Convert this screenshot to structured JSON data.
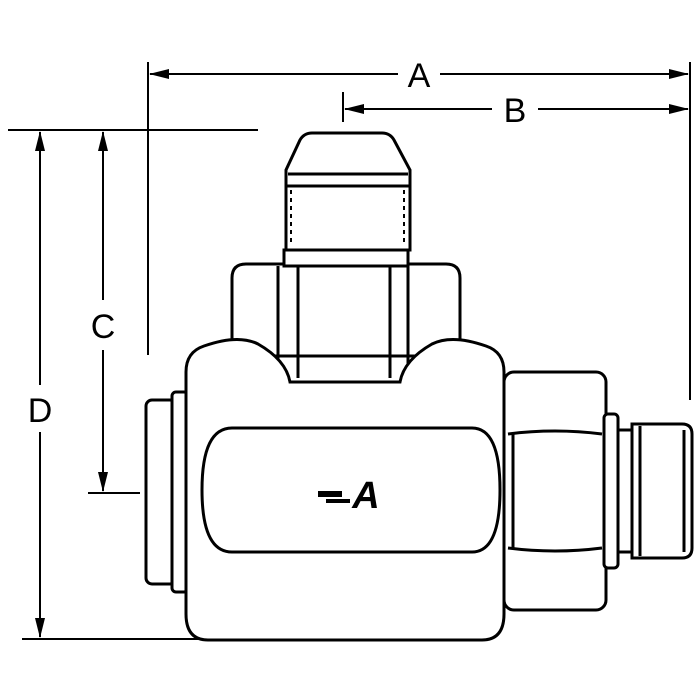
{
  "dimensions": {
    "a_label": "A",
    "b_label": "B",
    "c_label": "C",
    "d_label": "D"
  },
  "logo": {
    "letter": "A"
  },
  "colors": {
    "line": "#000000",
    "background": "#ffffff"
  }
}
